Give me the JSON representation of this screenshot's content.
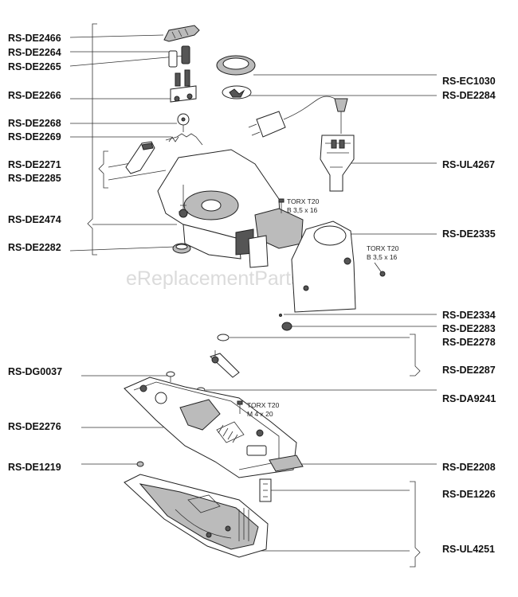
{
  "diagram": {
    "watermark": "eReplacementParts.com",
    "left_labels": [
      "RS-DE2466",
      "RS-DE2264",
      "RS-DE2265",
      "RS-DE2266",
      "RS-DE2268",
      "RS-DE2269",
      "RS-DE2271",
      "RS-DE2285",
      "RS-DE2474",
      "RS-DE2282",
      "RS-DG0037",
      "RS-DE2276",
      "RS-DE1219"
    ],
    "right_labels": [
      "RS-EC1030",
      "RS-DE2284",
      "RS-UL4267",
      "RS-DE2335",
      "RS-DE2334",
      "RS-DE2283",
      "RS-DE2278",
      "RS-DE2287",
      "RS-DA9241",
      "RS-DE2208",
      "RS-DE1226",
      "RS-UL4251"
    ],
    "screw_notes": [
      {
        "line1": "TORX T20",
        "line2": "B 3,5 x 16"
      },
      {
        "line1": "TORX T20",
        "line2": "B 3,5 x 16"
      },
      {
        "line1": "TORX T20",
        "line2": "M 4 x 20"
      }
    ]
  }
}
